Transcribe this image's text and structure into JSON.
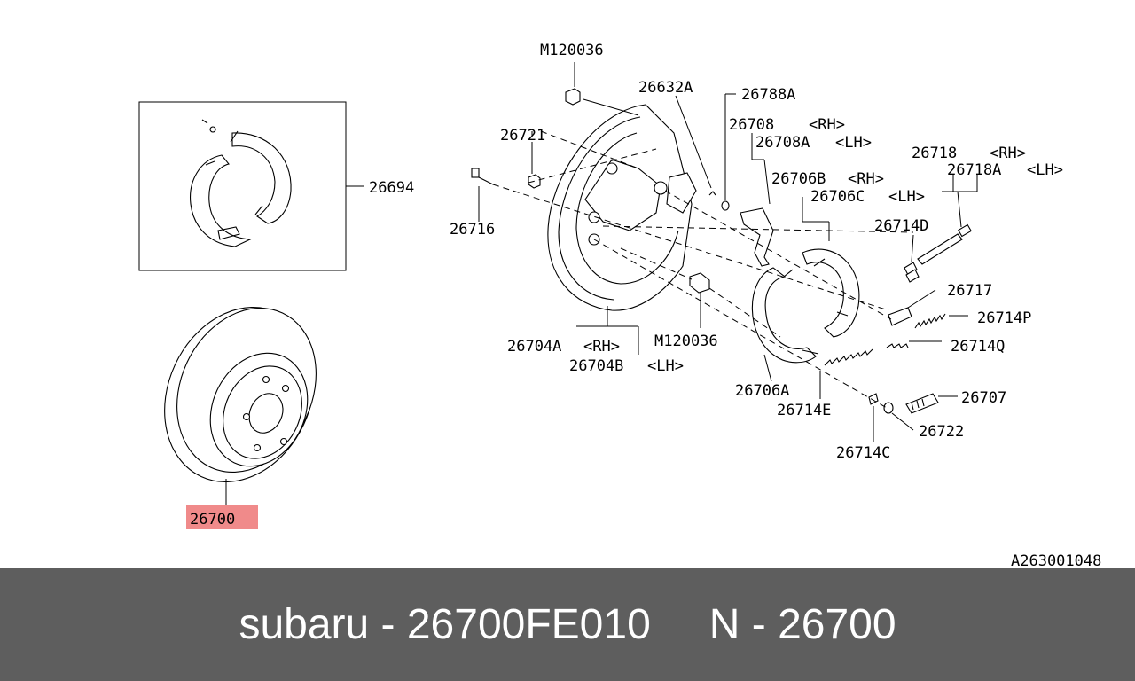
{
  "diagram": {
    "drawing_number": "A263001048",
    "part_labels": {
      "m120036_top": "M120036",
      "p26632a": "26632A",
      "p26788a": "26788A",
      "p26708": "26708",
      "p26708_rh": "<RH>",
      "p26708a": "26708A",
      "p26708a_lh": "<LH>",
      "p26721": "26721",
      "p26694": "26694",
      "p26716": "26716",
      "p26718": "26718",
      "p26718_rh": "<RH>",
      "p26718a": "26718A",
      "p26718a_lh": "<LH>",
      "p26706b": "26706B",
      "p26706b_rh": "<RH>",
      "p26706c": "26706C",
      "p26706c_lh": "<LH>",
      "p26714d": "26714D",
      "p26717": "26717",
      "p26714p": "26714P",
      "p26714q": "26714Q",
      "p26704a": "26704A",
      "p26704a_rh": "<RH>",
      "p26704b": "26704B",
      "p26704b_lh": "<LH>",
      "m120036_mid": "M120036",
      "p26706a": "26706A",
      "p26714e": "26714E",
      "p26707": "26707",
      "p26722": "26722",
      "p26714c": "26714C",
      "p26700": "26700"
    },
    "highlight_color": "#f08a8a"
  },
  "footer": {
    "brand_part": "subaru - 26700FE010",
    "ref_part": "N - 26700",
    "background": "#5e5e5e"
  }
}
